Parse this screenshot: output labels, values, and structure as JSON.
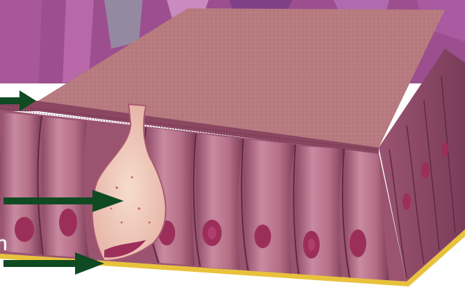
{
  "figure": {
    "partial_label": "n",
    "colors": {
      "tissue_background": "#9c4e8f",
      "surface": "#b67a7f",
      "cell": "#b46f86",
      "cell_dark": "#8f4a66",
      "nucleus": "#9c2f5a",
      "goblet_cell": "#f0c9b7",
      "basement_membrane": "#e8c23c",
      "arrow": "#0f4a22"
    },
    "arrows": [
      {
        "target": "apical-surface-microvilli"
      },
      {
        "target": "goblet-cell"
      },
      {
        "target": "basement-membrane"
      }
    ]
  }
}
